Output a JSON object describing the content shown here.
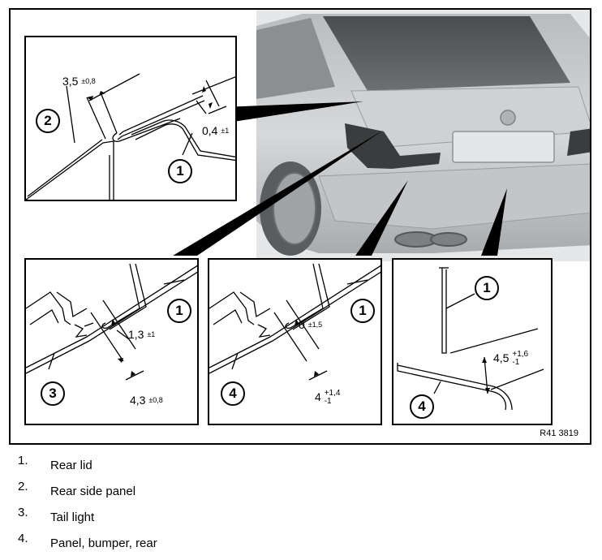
{
  "figure_id": "R41 3819",
  "insets": {
    "top": {
      "callouts": [
        "2",
        "1"
      ],
      "dims": {
        "gap_a": {
          "value": "3,5",
          "tol": "±0,8"
        },
        "gap_b": {
          "value": "0,4",
          "tol": "±1"
        }
      }
    },
    "bottom_left": {
      "callouts": [
        "1",
        "3"
      ],
      "dims": {
        "gap_a": {
          "value": "1,3",
          "tol": "±1"
        },
        "gap_b": {
          "value": "4,3",
          "tol": "±0,8"
        }
      }
    },
    "bottom_mid": {
      "callouts": [
        "1",
        "4"
      ],
      "dims": {
        "gap_a": {
          "value": "0",
          "tol": "±1,5"
        },
        "gap_b": {
          "value": "4",
          "tol_plus": "+1,4",
          "tol_minus": "-1"
        }
      }
    },
    "bottom_right": {
      "callouts": [
        "1",
        "4"
      ],
      "dims": {
        "gap_a": {
          "value": "4,5",
          "tol_plus": "+1,6",
          "tol_minus": "-1"
        }
      }
    }
  },
  "legend": [
    {
      "num": "1.",
      "label": "Rear lid"
    },
    {
      "num": "2.",
      "label": "Rear side panel"
    },
    {
      "num": "3.",
      "label": "Tail light"
    },
    {
      "num": "4.",
      "label": "Panel, bumper, rear"
    }
  ]
}
